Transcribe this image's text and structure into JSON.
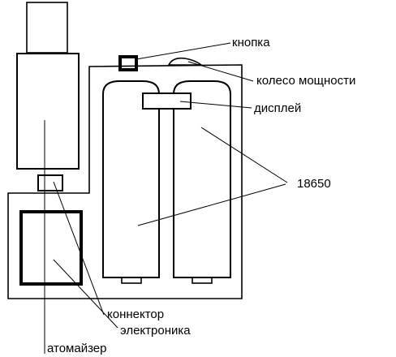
{
  "labels": {
    "button": "кнопка",
    "power_wheel": "колесо мощности",
    "display": "дисплей",
    "battery": "18650",
    "connector": "коннектор",
    "electronics": "электроника",
    "atomizer": "атомайзер"
  }
}
